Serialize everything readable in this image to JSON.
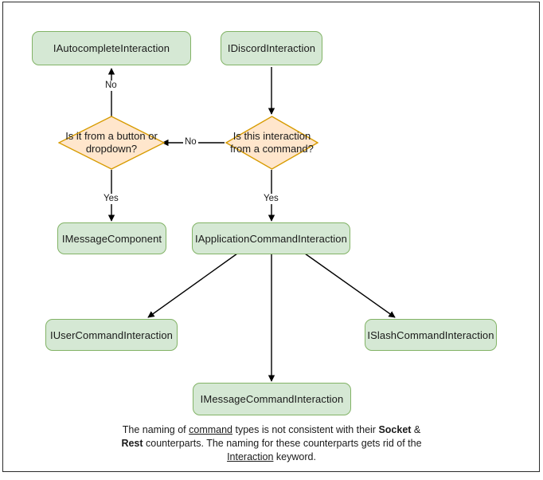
{
  "diagram": {
    "title": "Discord interaction type hierarchy flowchart",
    "colors": {
      "box_fill": "#d5e8d4",
      "box_stroke": "#82b366",
      "diamond_fill": "#ffe6cc",
      "diamond_stroke": "#d79b00",
      "edge_stroke": "#000000",
      "frame_stroke": "#2b2b2b",
      "text": "#1a1a1a"
    },
    "nodes": {
      "autocomplete": "IAutocompleteInteraction",
      "discord": "IDiscordInteraction",
      "decision_button": "Is it from a button or dropdown?",
      "decision_command": "Is this interaction from a command?",
      "message_component": "IMessageComponent",
      "application_command": "IApplicationCommandInteraction",
      "user_command": "IUserCommandInteraction",
      "slash_command": "ISlashCommandInteraction",
      "message_command": "IMessageCommandInteraction"
    },
    "edge_labels": {
      "no_up_left": "No",
      "no_horizontal": "No",
      "yes_left": "Yes",
      "yes_right": "Yes"
    },
    "caption": {
      "line1_a": "The naming of ",
      "line1_u": "command",
      "line1_b": " types is not consistent with their",
      "line2_a": "",
      "line2_b1": "Socket",
      "line2_amp": " & ",
      "line2_b2": "Rest",
      "line2_c": " counterparts. The naming for these",
      "line3_a": "counterparts gets rid of the ",
      "line3_u": "Interaction",
      "line3_b": " keyword."
    }
  }
}
